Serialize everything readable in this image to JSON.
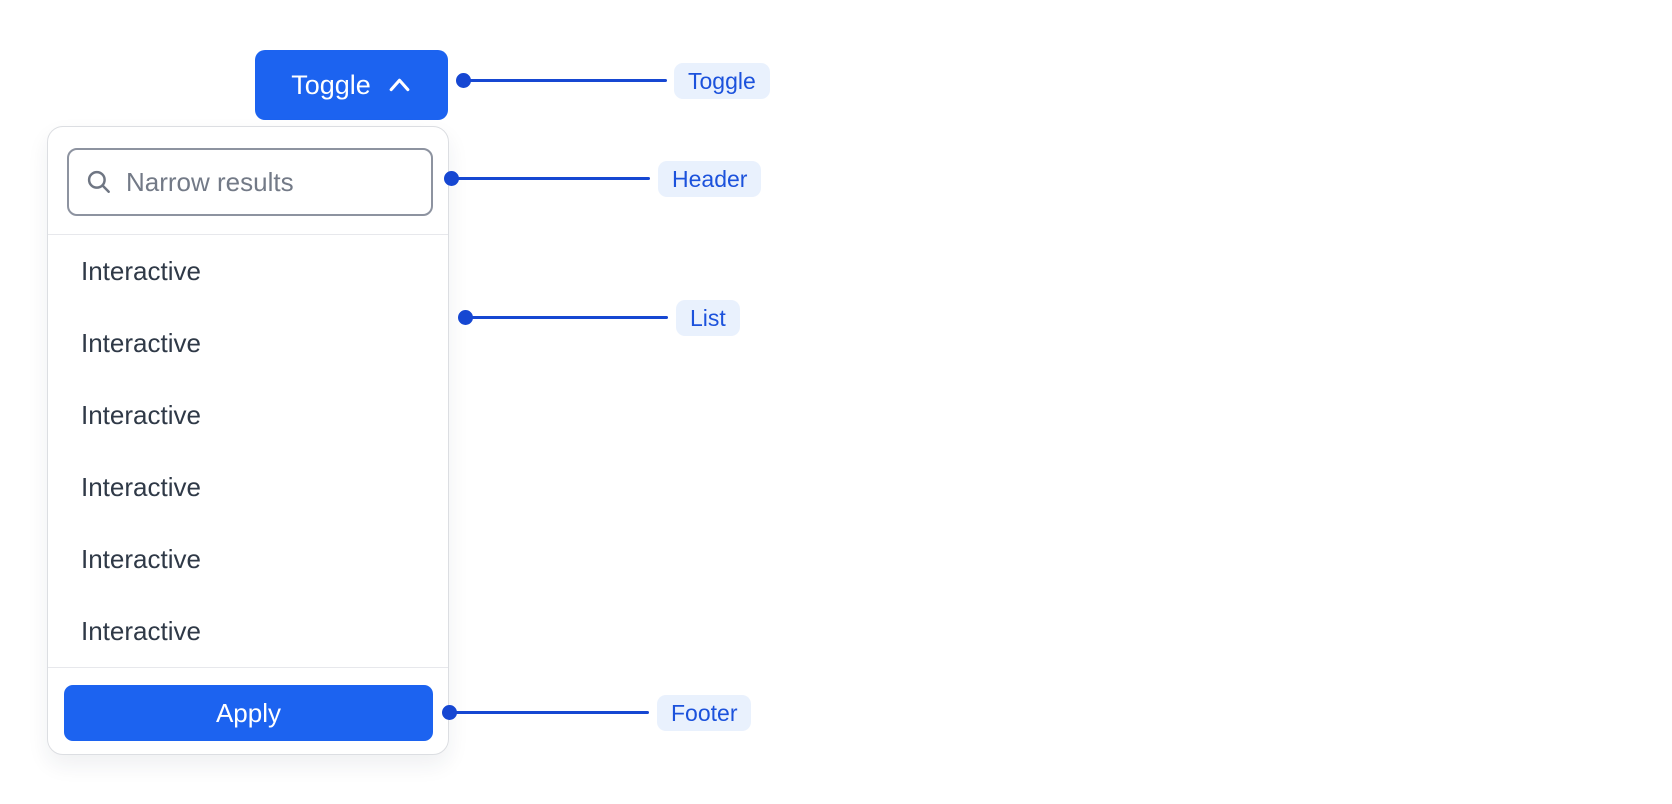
{
  "dropdown": {
    "toggle": {
      "label": "Toggle",
      "icon": "chevron-up"
    },
    "header": {
      "search": {
        "placeholder": "Narrow results",
        "value": "",
        "icon": "search"
      }
    },
    "list": {
      "items": [
        "Interactive",
        "Interactive",
        "Interactive",
        "Interactive",
        "Interactive",
        "Interactive"
      ]
    },
    "footer": {
      "apply_label": "Apply"
    }
  },
  "annotations": {
    "toggle": {
      "label": "Toggle"
    },
    "header": {
      "label": "Header"
    },
    "list": {
      "label": "List"
    },
    "footer": {
      "label": "Footer"
    }
  },
  "colors": {
    "accent_blue": "#1C63F0",
    "annotation_blue": "#1647D2",
    "pill_bg": "#E9F1FD",
    "pill_text": "#1C52DC",
    "item_text": "#2F3947",
    "placeholder_gray": "#737A87",
    "input_border": "#8D93A0",
    "icon_gray": "#6F7683",
    "divider": "#E7E8EC",
    "panel_border": "#DCDEE2",
    "page_bg": "#FFFFFF"
  }
}
